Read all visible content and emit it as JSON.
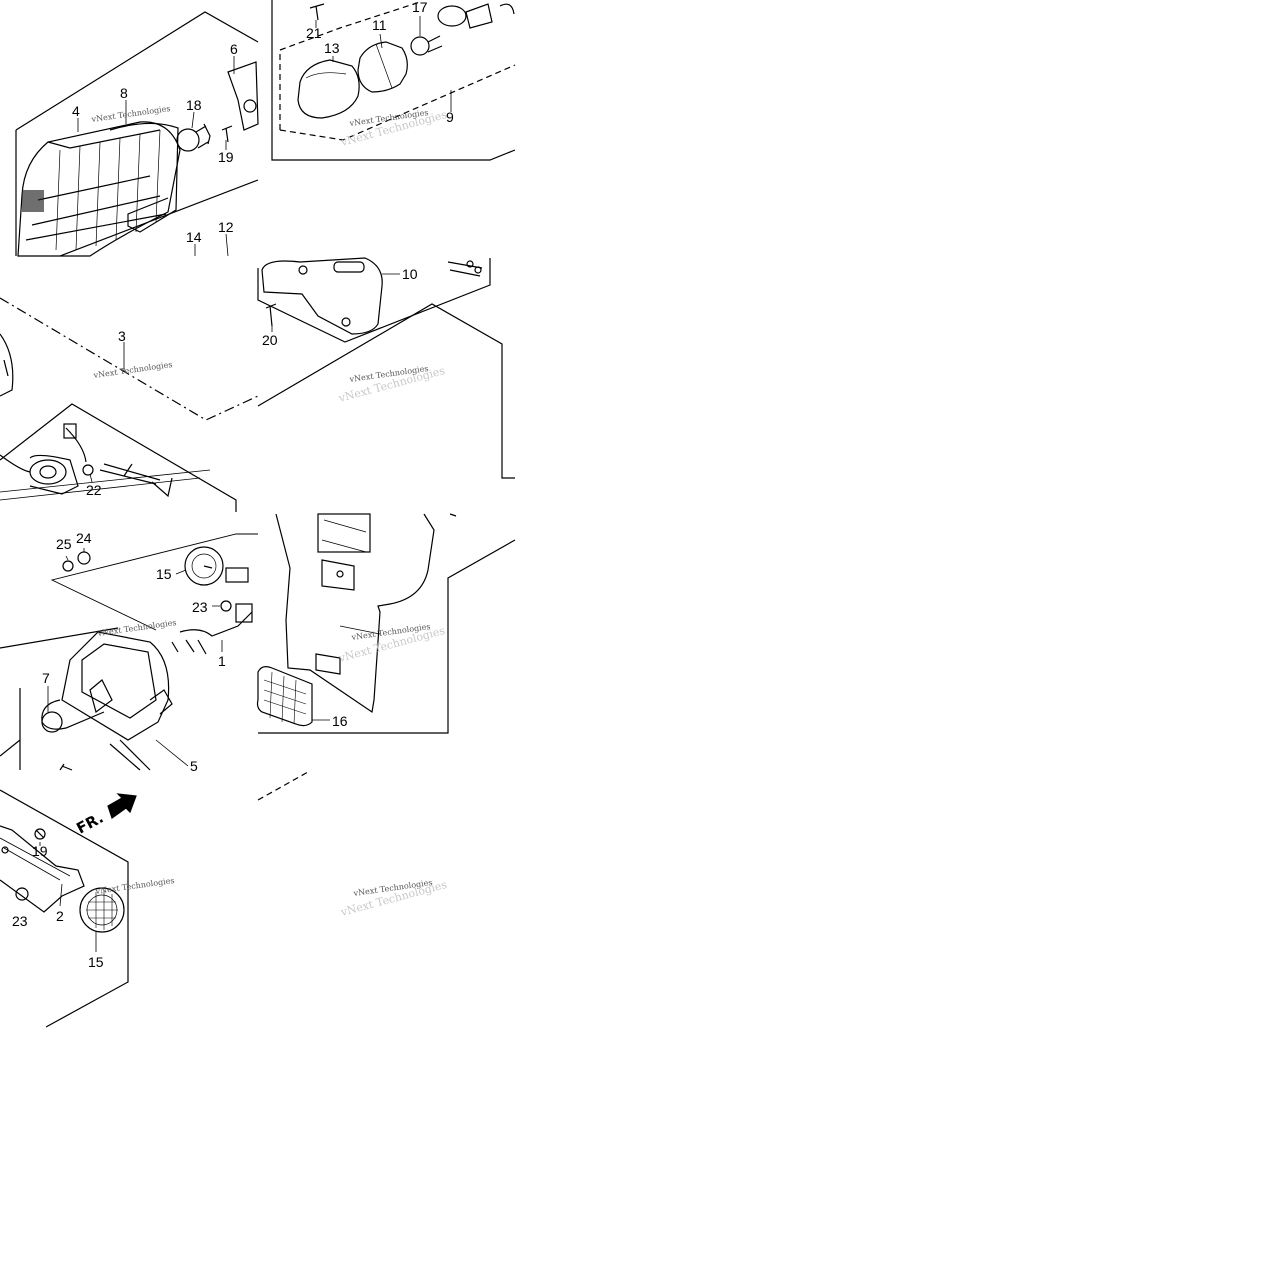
{
  "diagram": {
    "callouts": {
      "c1": "1",
      "c2": "2",
      "c3": "3",
      "c4": "4",
      "c5": "5",
      "c6": "6",
      "c7": "7",
      "c8": "8",
      "c9": "9",
      "c10": "10",
      "c11": "11",
      "c12": "12",
      "c13": "13",
      "c14": "14",
      "c15a": "15",
      "c15b": "15",
      "c16": "16",
      "c17": "17",
      "c18": "18",
      "c19a": "19",
      "c19b": "19",
      "c20": "20",
      "c21": "21",
      "c22": "22",
      "c23a": "23",
      "c23b": "23",
      "c24": "24",
      "c25": "25"
    },
    "front_indicator": "FR.",
    "watermark": "vNext Technologies"
  }
}
